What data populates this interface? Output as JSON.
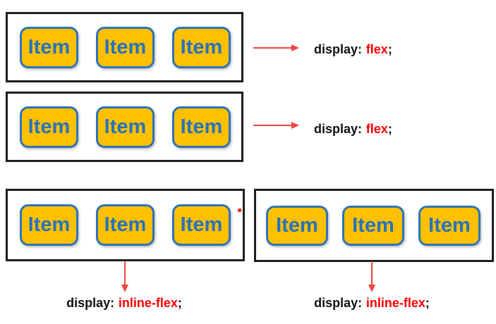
{
  "colors": {
    "background": "#FFFFFF",
    "container_border": "#1E1E1E",
    "item_fill": "#FFC000",
    "item_border": "#2E74B5",
    "item_text": "#2873B9",
    "arrow": "#F24444",
    "code_text": "#111111",
    "code_value": "#FF0000",
    "red_dot": "#E03030"
  },
  "sections": {
    "flex_row_1": {
      "items": [
        "Item",
        "Item",
        "Item"
      ],
      "code": {
        "property": "display:",
        "value": "flex",
        "terminator": ";"
      }
    },
    "flex_row_2": {
      "items": [
        "Item",
        "Item",
        "Item"
      ],
      "code": {
        "property": "display:",
        "value": "flex",
        "terminator": ";"
      }
    },
    "inline_flex_left": {
      "items": [
        "Item",
        "Item",
        "Item"
      ],
      "code": {
        "property": "display:",
        "value": "inline-flex",
        "terminator": ";"
      }
    },
    "inline_flex_right": {
      "items": [
        "Item",
        "Item",
        "Item"
      ],
      "code": {
        "property": "display:",
        "value": "inline-flex",
        "terminator": ";"
      }
    }
  }
}
